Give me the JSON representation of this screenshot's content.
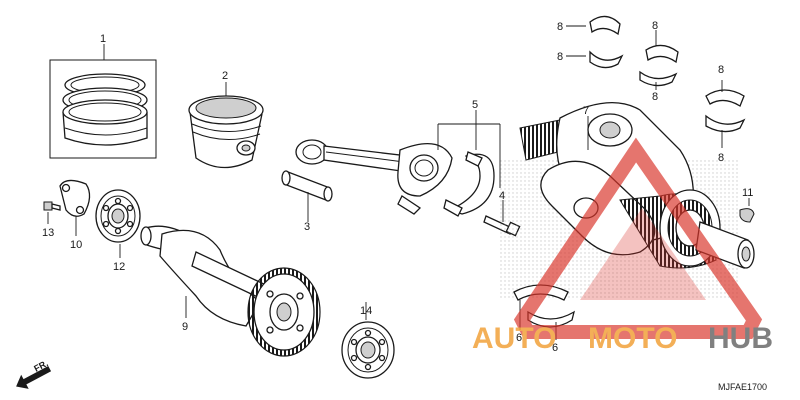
{
  "callouts": {
    "c1": "1",
    "c2": "2",
    "c3": "3",
    "c4": "4",
    "c5": "5",
    "c6a": "6",
    "c6b": "6",
    "c7": "7",
    "c8a": "8",
    "c8b": "8",
    "c8c": "8",
    "c8d": "8",
    "c8e": "8",
    "c8f": "8",
    "c9": "9",
    "c10": "10",
    "c11": "11",
    "c12": "12",
    "c13": "13",
    "c14": "14"
  },
  "direction_label": "FR.",
  "diagram_code": "MJFAE1700",
  "watermark": {
    "text_a": "AUTO",
    "text_b": "MOTO",
    "text_c": "HUB",
    "colors": {
      "red": "#d9342b",
      "orange": "#f2a23a",
      "gray": "#6b6b6b"
    }
  }
}
